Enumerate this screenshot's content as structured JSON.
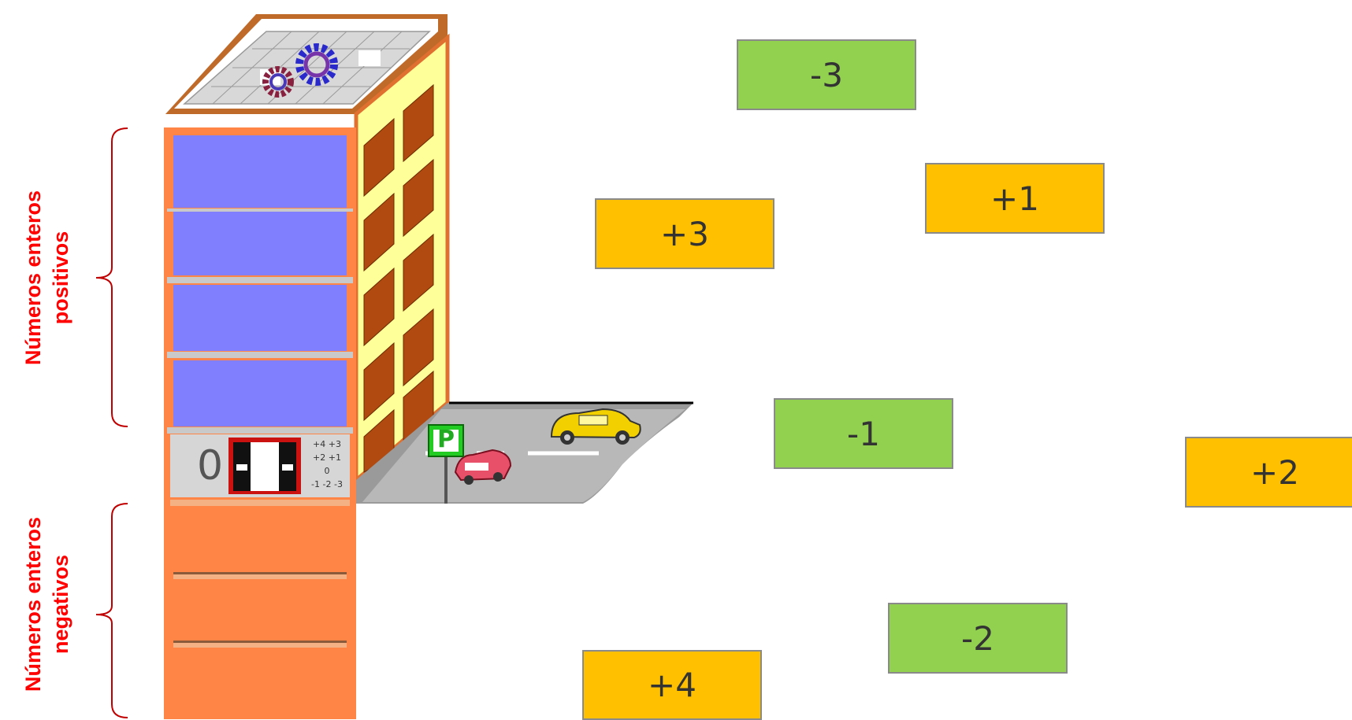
{
  "labels": {
    "positive": {
      "line1": "Números enteros",
      "line2": "positivos"
    },
    "negative": {
      "line1": "Números enteros",
      "line2": "negativos"
    }
  },
  "building": {
    "floor_zero": "0",
    "panel_rows": [
      "+4 +3",
      "+2 +1",
      "0",
      "-1 -2 -3"
    ],
    "parking_sign": "P"
  },
  "tiles": [
    {
      "name": "tile-minus-3",
      "text": "-3",
      "color": "#92d050"
    },
    {
      "name": "tile-plus-1",
      "text": "+1",
      "color": "#ffc000"
    },
    {
      "name": "tile-plus-3",
      "text": "+3",
      "color": "#ffc000"
    },
    {
      "name": "tile-minus-1",
      "text": "-1",
      "color": "#92d050"
    },
    {
      "name": "tile-plus-2",
      "text": "+2",
      "color": "#ffc000"
    },
    {
      "name": "tile-minus-2",
      "text": "-2",
      "color": "#92d050"
    },
    {
      "name": "tile-plus-4",
      "text": "+4",
      "color": "#ffc000"
    }
  ],
  "colors": {
    "label_red": "#ff0000",
    "building_orange": "#ff8547",
    "glass_blue": "#8080ff",
    "wall_yellow": "#ffff99",
    "tile_green": "#92d050",
    "tile_orange": "#ffc000"
  }
}
